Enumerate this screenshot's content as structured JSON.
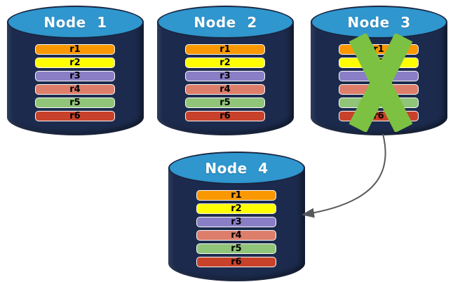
{
  "colors": {
    "cylinder_body": "#1C2B4D",
    "cylinder_top": "#2F96CE",
    "cylinder_outline": "#192540",
    "node_title_text": "#FFFFFF",
    "row_text": "#000000",
    "row_border": "#FAFAFA",
    "failure_x": "#7DC142",
    "arrow": "#58595B"
  },
  "row_colors": {
    "r1": "#F99800",
    "r2": "#FFFF00",
    "r3": "#8A7EC6",
    "r4": "#DD7E6B",
    "r5": "#90C478",
    "r6": "#C8422B"
  },
  "nodes": [
    {
      "id": "node-1",
      "label": "Node 1",
      "failed": false,
      "rows": [
        "r1",
        "r2",
        "r3",
        "r4",
        "r5",
        "r6"
      ]
    },
    {
      "id": "node-2",
      "label": "Node 2",
      "failed": false,
      "rows": [
        "r1",
        "r2",
        "r3",
        "r4",
        "r5",
        "r6"
      ]
    },
    {
      "id": "node-3",
      "label": "Node 3",
      "failed": true,
      "rows": [
        "r1",
        "r2",
        "r3",
        "r4",
        "r5",
        "r6"
      ]
    },
    {
      "id": "node-4",
      "label": "Node 4",
      "failed": false,
      "rows": [
        "r1",
        "r2",
        "r3",
        "r4",
        "r5",
        "r6"
      ]
    }
  ],
  "failure_mark": {
    "node": "node-3",
    "icon": "x-mark"
  },
  "arrow": {
    "from": "node-3",
    "to": "node-4",
    "style": "curved"
  }
}
